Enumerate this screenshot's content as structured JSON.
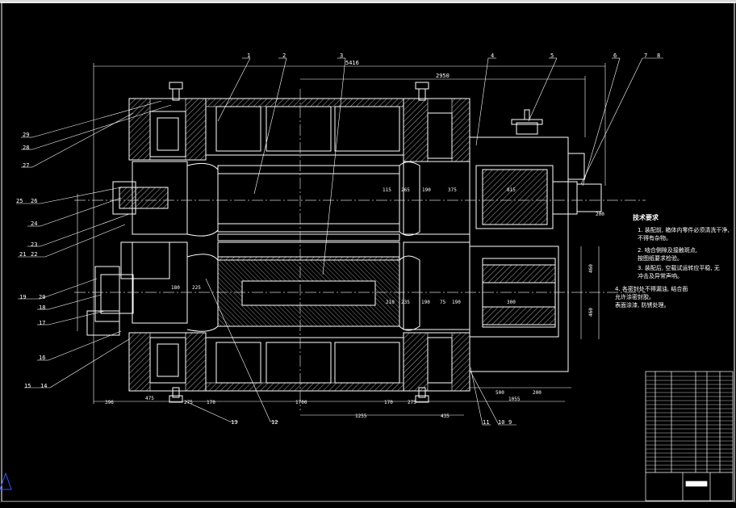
{
  "drawing": {
    "part_labels": [
      {
        "id": "p1",
        "text": "1"
      },
      {
        "id": "p2",
        "text": "2"
      },
      {
        "id": "p3",
        "text": "3"
      },
      {
        "id": "p4",
        "text": "4"
      },
      {
        "id": "p5",
        "text": "5"
      },
      {
        "id": "p6",
        "text": "6"
      },
      {
        "id": "p7",
        "text": "7"
      },
      {
        "id": "p8",
        "text": "8"
      },
      {
        "id": "p9",
        "text": "9"
      },
      {
        "id": "p10",
        "text": "10"
      },
      {
        "id": "p11",
        "text": "11"
      },
      {
        "id": "p12",
        "text": "12"
      },
      {
        "id": "p13",
        "text": "13"
      },
      {
        "id": "p14",
        "text": "14"
      },
      {
        "id": "p15",
        "text": "15"
      },
      {
        "id": "p16",
        "text": "16"
      },
      {
        "id": "p17",
        "text": "17"
      },
      {
        "id": "p18",
        "text": "18"
      },
      {
        "id": "p19",
        "text": "19"
      },
      {
        "id": "p20",
        "text": "20"
      },
      {
        "id": "p21",
        "text": "21"
      },
      {
        "id": "p22",
        "text": "22"
      },
      {
        "id": "p23",
        "text": "23"
      },
      {
        "id": "p24",
        "text": "24"
      },
      {
        "id": "p25",
        "text": "25"
      },
      {
        "id": "p26",
        "text": "26"
      },
      {
        "id": "p27",
        "text": "27"
      },
      {
        "id": "p28",
        "text": "28"
      },
      {
        "id": "p29",
        "text": "29"
      }
    ],
    "dimensions": {
      "overall": "5416",
      "upper_span": "2950",
      "d396": "396",
      "d475a": "475",
      "d275a": "275",
      "d170a": "170",
      "d1700": "1700",
      "d170b": "170",
      "d275b": "275",
      "d1255": "1255",
      "d435": "435",
      "d500": "500",
      "d200a": "200",
      "d1055": "1055",
      "d815": "815",
      "d200b": "200",
      "d115": "115",
      "d265": "265",
      "d190a": "190",
      "d375": "375",
      "d210": "210",
      "d235": "235",
      "d190b": "190",
      "d75": "75",
      "d190c": "190",
      "d300": "300",
      "d460a": "460",
      "d460b": "460",
      "d180": "180",
      "d225": "225"
    },
    "notes": {
      "title": "技术要求",
      "items": [
        "1. 装配前, 箱体内零件必须清洗干净,",
        "  不得有杂物。",
        "2. 啮合侧隙及接触斑点,",
        "  按图纸要求检验。",
        "3. 装配后, 空载试运转应平稳, 无",
        "  冲击及异常声响。",
        "4. 各密封处不得漏油, 结合面",
        "  允许涂密封胶。",
        "  表面涂漆, 防锈处理。"
      ]
    }
  },
  "colors": {
    "background": "#000000",
    "line": "#ffffff",
    "hatch": "#bfbfbf",
    "center_line": "#cfcfcf",
    "title_block": "#ffffff",
    "corner_triangle": "#3355ff"
  },
  "icons": {
    "corner_marker": "triangle-warning-icon"
  }
}
